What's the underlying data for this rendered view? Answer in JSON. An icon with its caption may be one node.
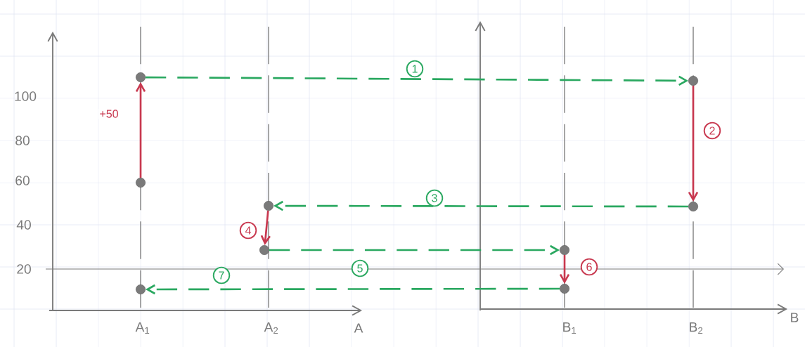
{
  "diagram": {
    "nodes": [
      {
        "text": [],
        "shape": "circle"
      },
      {
        "text": [],
        "shape": "circle"
      },
      {
        "text": [],
        "shape": "circle"
      },
      {
        "text": [],
        "shape": "circle"
      },
      {
        "text": [],
        "shape": "circle"
      },
      {
        "text": [],
        "shape": "circle"
      },
      {
        "text": [],
        "shape": "circle"
      },
      {
        "text": [],
        "shape": "circle"
      },
      {
        "text": [],
        "shape": "circle"
      }
    ],
    "edges": [
      {
        "from": 0,
        "to": 1,
        "arrow": "to",
        "label": "+50",
        "color": "#c8384f"
      },
      {
        "from": 1,
        "to": 2,
        "arrow": "to",
        "label": "1",
        "style": "dashed",
        "color": "#2aa860"
      },
      {
        "from": 2,
        "to": 3,
        "arrow": "to",
        "label": "2",
        "color": "#c8384f"
      },
      {
        "from": 3,
        "to": 4,
        "arrow": "to",
        "label": "3",
        "style": "dashed",
        "color": "#2aa860"
      },
      {
        "from": 4,
        "to": 5,
        "arrow": "to",
        "label": "4",
        "color": "#c8384f"
      },
      {
        "from": 5,
        "to": 6,
        "arrow": "to",
        "label": "5",
        "style": "dashed",
        "color": "#2aa860"
      },
      {
        "from": 6,
        "to": 7,
        "arrow": "to",
        "label": "6",
        "color": "#c8384f"
      },
      {
        "from": 7,
        "to": 8,
        "arrow": "to",
        "label": "7",
        "style": "dashed",
        "color": "#2aa860"
      }
    ],
    "labels": [
      "100",
      "80",
      "60",
      "40",
      "20",
      "A$_{1}$",
      "A$_{2}$",
      "A",
      "B$_{1}$",
      "B$_{2}$",
      "B"
    ]
  }
}
